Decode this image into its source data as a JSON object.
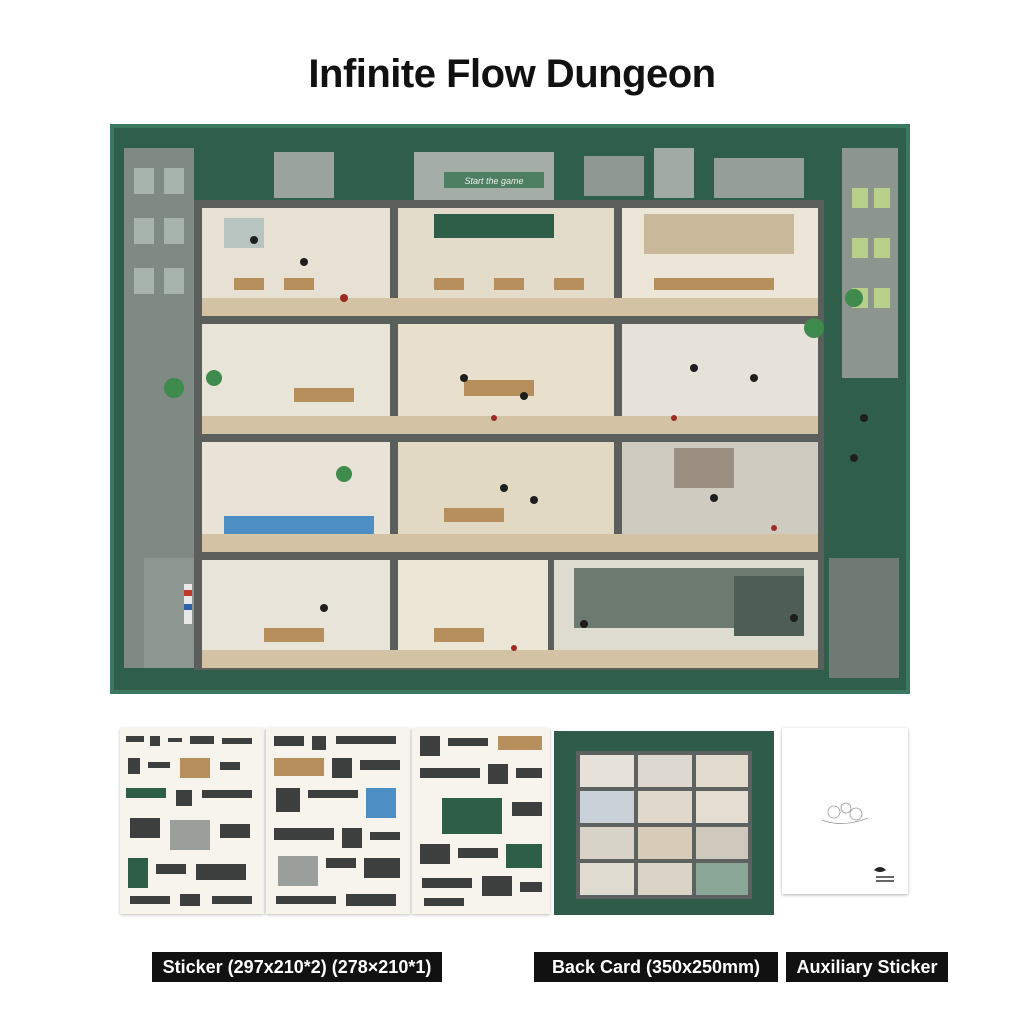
{
  "page": {
    "title": "Infinite Flow Dungeon"
  },
  "poster": {
    "sign_text": "Start the game",
    "colors": {
      "frame": "#3b7a60",
      "bg": "#2d5e4a",
      "floor": "#d9cbb0",
      "wall": "#e8e2d4",
      "beam": "#6b6b6b"
    }
  },
  "items": {
    "sticker_label": "Sticker (297x210*2) (278×210*1)",
    "backcard_label": "Back Card (350x250mm)",
    "auxiliary_label": "Auxiliary Sticker"
  }
}
